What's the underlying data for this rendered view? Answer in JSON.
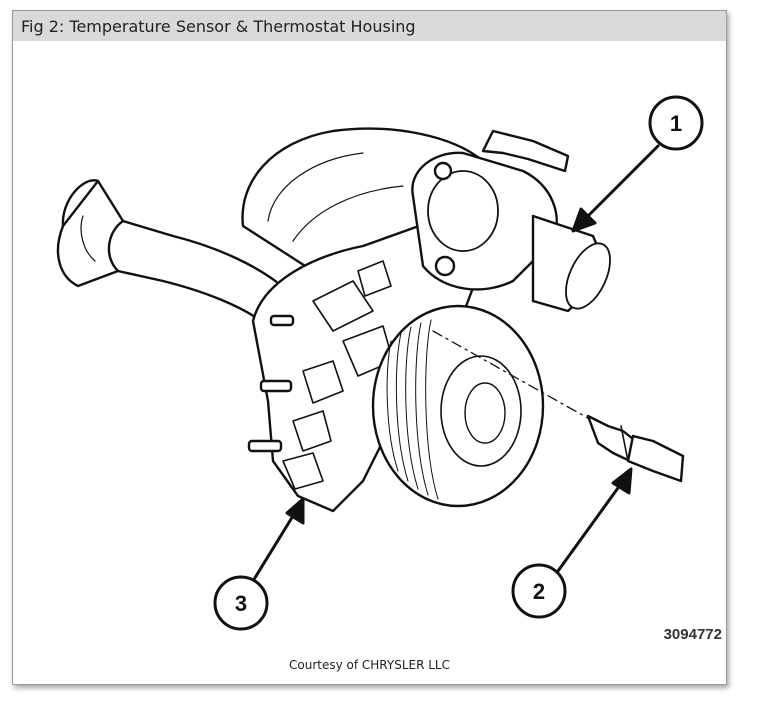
{
  "figure": {
    "title": "Fig 2: Temperature Sensor & Thermostat Housing",
    "part_number": "3094772",
    "courtesy": "Courtesy of CHRYSLER LLC"
  },
  "callouts": [
    {
      "id": "1",
      "number": "1"
    },
    {
      "id": "2",
      "number": "2"
    },
    {
      "id": "3",
      "number": "3"
    }
  ],
  "colors": {
    "line": "#111111",
    "header_bg": "#d9d9d9",
    "frame_border": "#9a9a9a"
  }
}
